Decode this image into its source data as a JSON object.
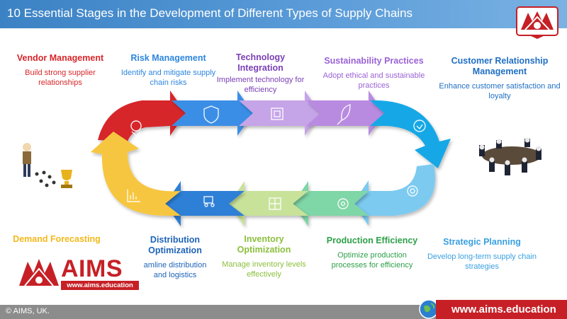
{
  "header": {
    "title": "10 Essential Stages in the Development of Different Types of Supply Chains"
  },
  "stages": [
    {
      "title": "Vendor Management",
      "desc": "Build strong supplier relationships",
      "color": "#d7262b",
      "icon": "handshake-icon"
    },
    {
      "title": "Risk Management",
      "desc": "Identify and mitigate supply chain risks",
      "color": "#2e86de",
      "icon": "shield-icon"
    },
    {
      "title": "Technology Integration",
      "desc": "Implement technology for efficiency",
      "color": "#7b3fb5",
      "icon": "chip-icon"
    },
    {
      "title": "Sustainability Practices",
      "desc": "Adopt ethical and sustainable practices",
      "color": "#9a62d6",
      "icon": "leaf-icon"
    },
    {
      "title": "Customer Relationship Management",
      "desc": "Enhance customer satisfaction and loyalty",
      "color": "#1f6fc4",
      "icon": "heart-hand-icon"
    },
    {
      "title": "Strategic Planning",
      "desc": "Develop long-term supply chain strategies",
      "color": "#3aa0e0",
      "icon": "target-icon"
    },
    {
      "title": "Production Efficiency",
      "desc": "Optimize production processes for efficiency",
      "color": "#2ea04a",
      "icon": "gear-icon"
    },
    {
      "title": "Inventory Optimization",
      "desc": "Manage inventory levels effectively",
      "color": "#8bbf3c",
      "icon": "boxes-icon"
    },
    {
      "title": "Distribution Optimization",
      "desc": "amline distribution and logistics",
      "color": "#1e63b8",
      "icon": "truck-icon"
    },
    {
      "title": "Demand Forecasting",
      "desc": "",
      "color": "#f3b81b",
      "icon": "chart-icon"
    }
  ],
  "branding": {
    "aims_text": "AIMS",
    "aims_url": "www.aims.education",
    "logo_initials": "AIMS"
  },
  "footer": {
    "copyright": "AIMS, UK.",
    "url": "www.aims.education"
  }
}
